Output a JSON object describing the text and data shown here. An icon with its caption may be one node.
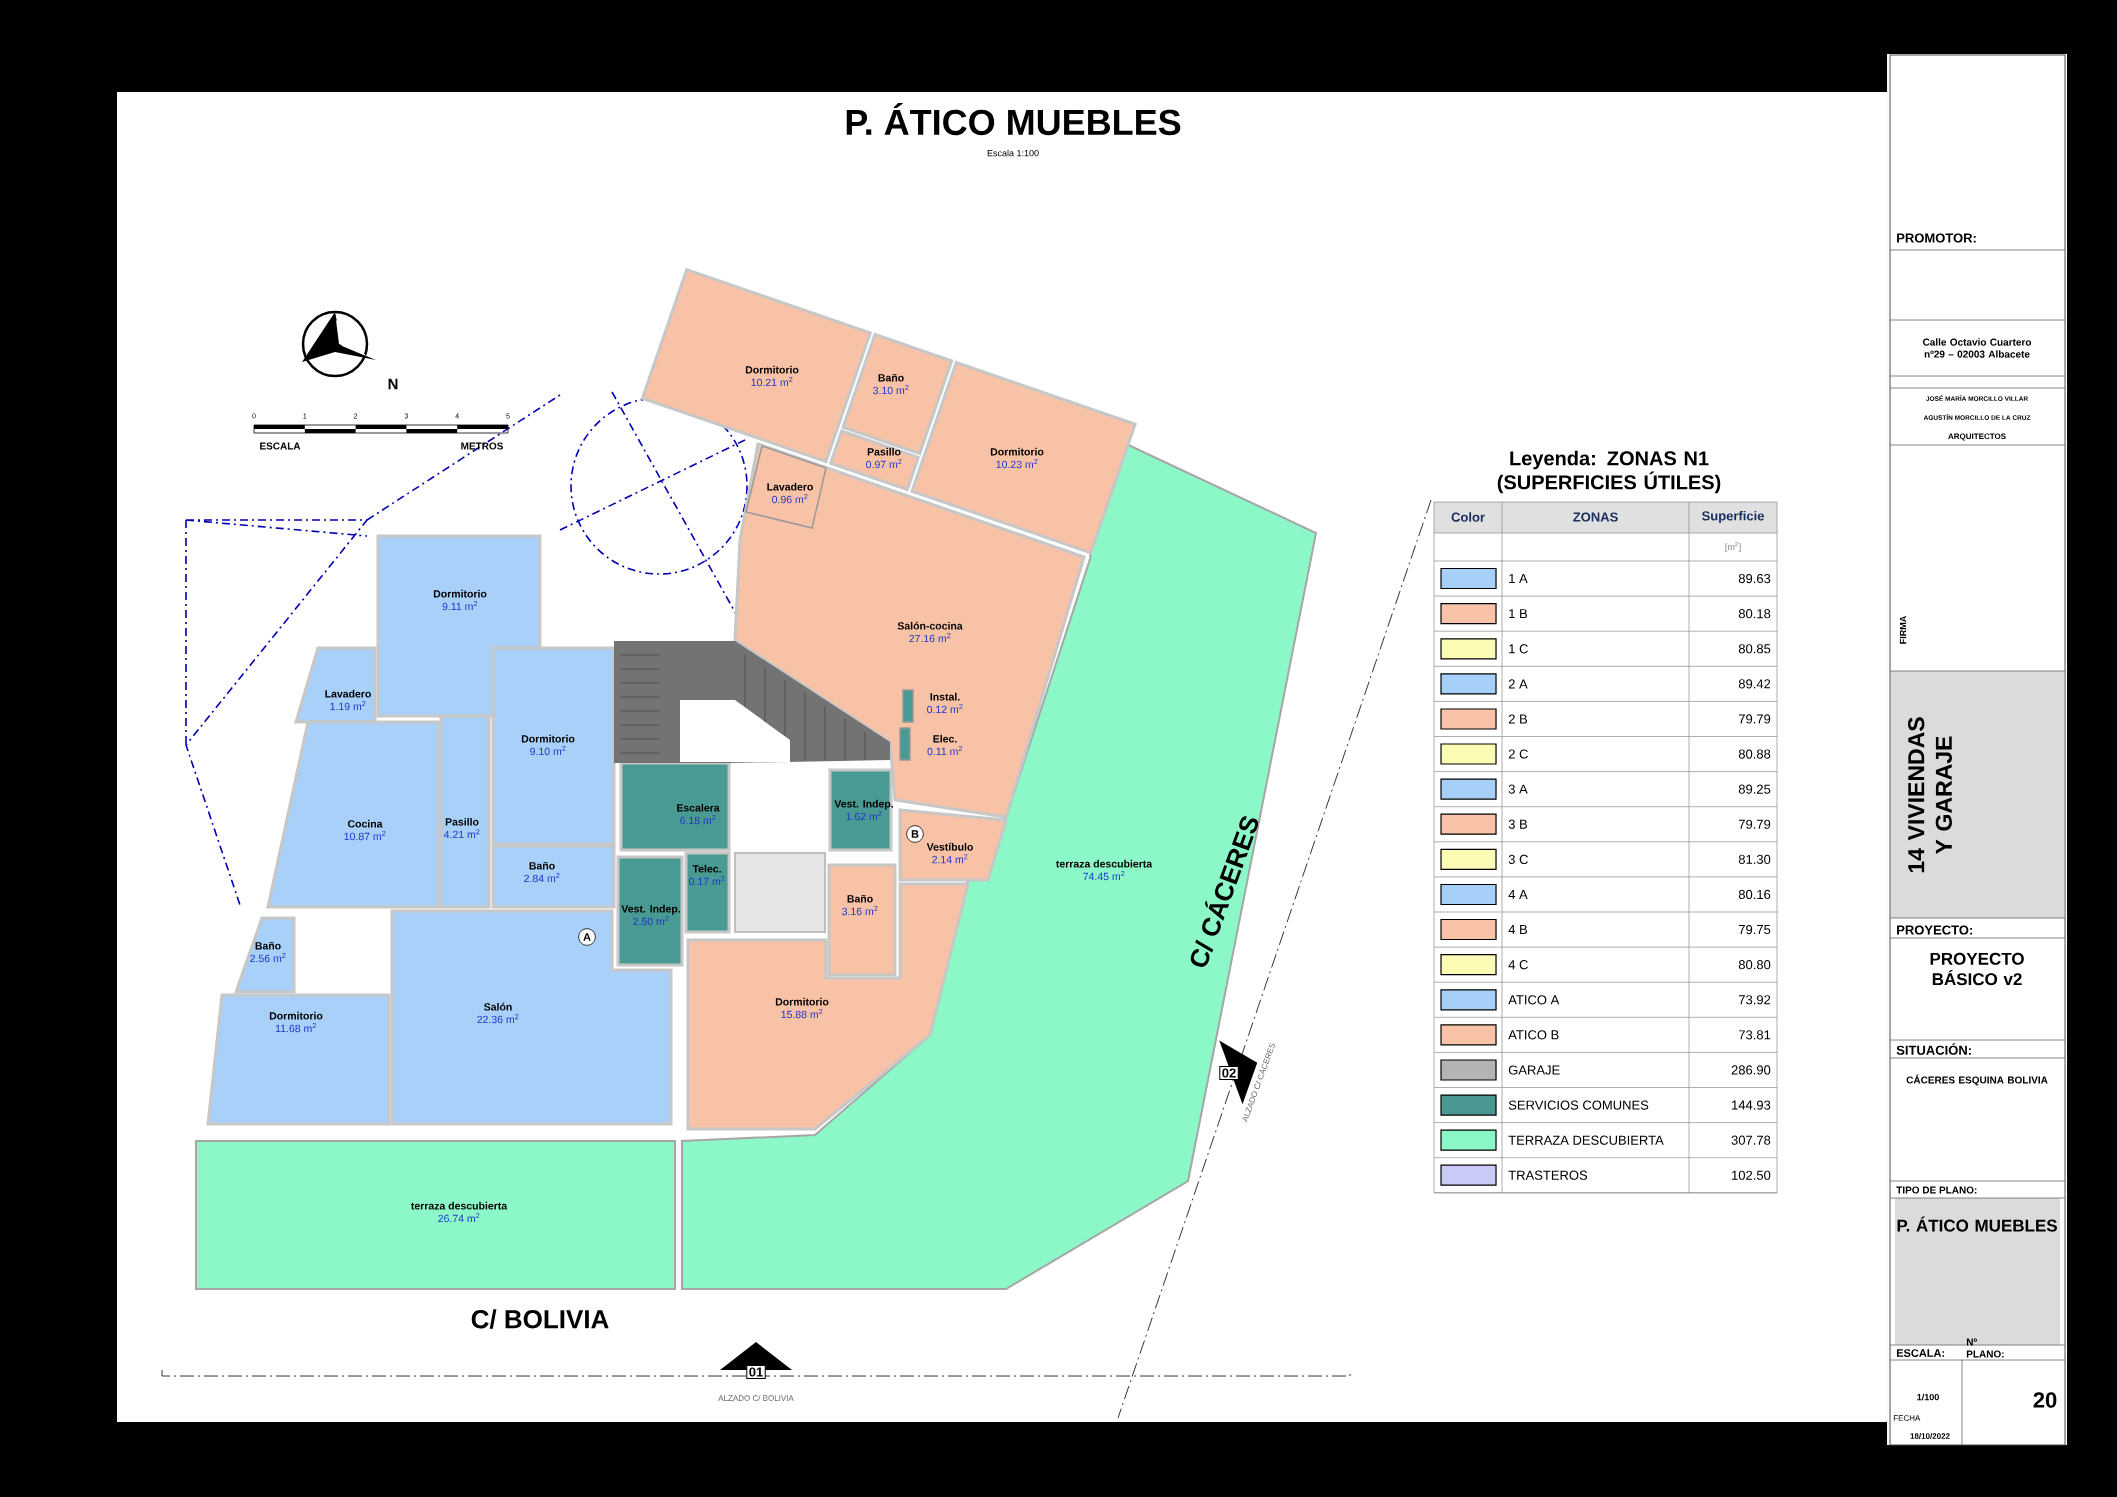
{
  "diagram": {
    "title": "P. ÁTICO MUEBLES",
    "nodes": [
      {
        "text": [
          "Dormitorio",
          "9.11 m$^{2}$"
        ]
      },
      {
        "text": [
          "Lavadero",
          "1.19 m$^{2}$"
        ]
      },
      {
        "text": [
          "Dormitorio",
          "9.10 m$^{2}$"
        ]
      },
      {
        "text": [
          "Cocina",
          "10.87 m$^{2}$"
        ]
      },
      {
        "text": [
          "Pasillo",
          "4.21 m$^{2}$"
        ]
      },
      {
        "text": [
          "Baño",
          "2.84 m$^{2}$"
        ]
      },
      {
        "text": [
          "Baño",
          "2.56 m$^{2}$"
        ]
      },
      {
        "text": [
          "Dormitorio",
          "11.68 m$^{2}$"
        ]
      },
      {
        "text": [
          "Salón",
          "22.36 m$^{2}$"
        ]
      },
      {
        "text": [
          "Escalera",
          "6.18 m$^{2}$"
        ]
      },
      {
        "text": [
          "Vest. Indep.",
          "2.50 m$^{2}$"
        ]
      },
      {
        "text": [
          "Telec.",
          "0.17 m$^{2}$"
        ]
      },
      {
        "text": [
          "Vest. Indep.",
          "1.62 m$^{2}$"
        ]
      },
      {
        "text": [
          "Instal.",
          "0.12 m$^{2}$"
        ],
        "in": 20
      },
      {
        "text": [
          "Elec.",
          "0.11 m$^{2}$"
        ],
        "in": 20
      },
      {
        "text": [
          "Dormitorio",
          "10.21 m$^{2}$"
        ]
      },
      {
        "text": [
          "Baño",
          "3.10 m$^{2}$"
        ]
      },
      {
        "text": [
          "Pasillo",
          "0.97 m$^{2}$"
        ]
      },
      {
        "text": [
          "Dormitorio",
          "10.23 m$^{2}$"
        ]
      },
      {
        "text": [
          "Lavadero",
          "0.96 m$^{2}$"
        ],
        "in": 20
      },
      {
        "text": [
          "Salón-cocina",
          "27.16 m$^{2}$"
        ]
      },
      {
        "text": [
          "Vestíbulo",
          "2.14 m$^{2}$"
        ]
      },
      {
        "text": [
          "Baño",
          "3.16 m$^{2}$"
        ]
      },
      {
        "text": [
          "Dormitorio",
          "15.88 m$^{2}$"
        ]
      },
      {
        "text": [
          "terraza descubierta",
          "74.45 m$^{2}$"
        ]
      },
      {
        "text": [
          "terraza descubierta",
          "26.74 m$^{2}$"
        ]
      }
    ],
    "labels": [
      "Escala 1:100",
      "0",
      "1",
      "2",
      "3",
      "4",
      "5",
      "ESCALA",
      "METROS",
      "N",
      "A",
      "B",
      "C/ CÁCERES",
      "02",
      "ALZADO C/ CÁCERES",
      "C/ BOLIVIA",
      "01",
      "ALZADO C/ BOLIVIA",
      "Leyenda: ZONAS N1 (SUPERFICIES ÚTILES)",
      "Color",
      "ZONAS",
      "Superficie",
      "[m$^{2}$]",
      "89.63",
      "80.18",
      "80.85",
      "89.42",
      "79.79",
      "80.88",
      "89.25",
      "79.79",
      "81.30",
      "80.16",
      "79.75",
      "80.80",
      "73.92",
      "73.81",
      "286.90",
      "144.93",
      "307.78",
      "102.50",
      "PROMOTOR:",
      "Calle Octavio Cuartero nº29 – 02003 Albacete",
      "JOSÉ MARÍA MORCILLO VILLAR",
      "AGUSTÍN MORCILLO DE LA CRUZ",
      "ARQUITECTOS",
      "FIRMA",
      "14 VIVIENDAS Y GARAJE",
      "PROYECTO:",
      "PROYECTO BÁSICO v2",
      "SITUACIÓN:",
      "CÁCERES ESQUINA BOLIVIA",
      "TIPO DE PLANO:",
      "P. ÁTICO MUEBLES",
      "ESCALA:",
      "Nº PLANO:",
      "1/100",
      "20",
      "FECHA",
      "18/10/2022"
    ],
    "legend": [
      {
        "text": "1 A",
        "color": "#a6d0f7"
      },
      {
        "text": "1 B",
        "color": "#f9c3a8"
      },
      {
        "text": "1 C",
        "color": "#fdfcb4"
      },
      {
        "text": "2 A",
        "color": "#a6d0f7"
      },
      {
        "text": "2 B",
        "color": "#f9c3a8"
      },
      {
        "text": "2 C",
        "color": "#fdfcb4"
      },
      {
        "text": "3 A",
        "color": "#a6d0f7"
      },
      {
        "text": "3 B",
        "color": "#f9c3a8"
      },
      {
        "text": "3 C",
        "color": "#fdfcb4"
      },
      {
        "text": "4 A",
        "color": "#a6d0f7"
      },
      {
        "text": "4 B",
        "color": "#f9c3a8"
      },
      {
        "text": "4 C",
        "color": "#fdfcb4"
      },
      {
        "text": "ATICO A",
        "color": "#a6d0f7"
      },
      {
        "text": "ATICO B",
        "color": "#f9c3a8"
      },
      {
        "text": "GARAJE",
        "color": "#b4b4b4"
      },
      {
        "text": "SERVICIOS COMUNES",
        "color": "#4a9893"
      },
      {
        "text": "TERRAZA DESCUBIERTA",
        "color": "#8af7c6"
      },
      {
        "text": "TRASTEROS",
        "color": "#cacaf8"
      }
    ]
  }
}
